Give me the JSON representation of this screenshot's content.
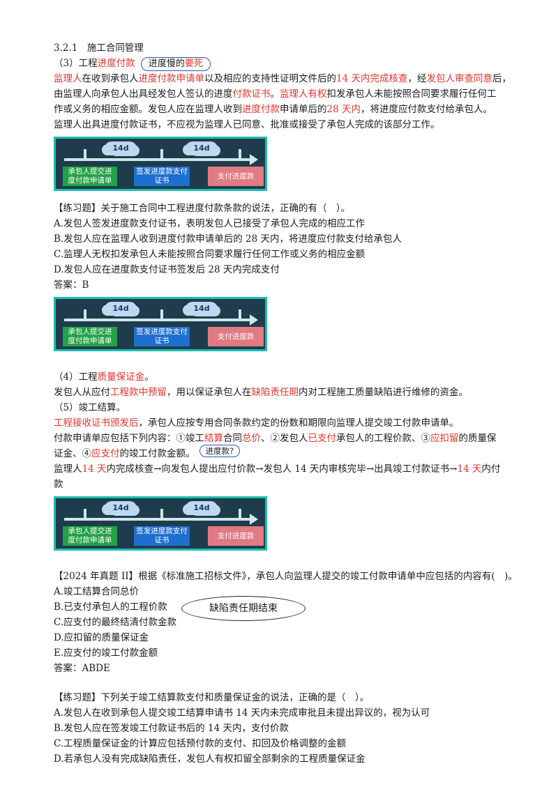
{
  "sec321": "3.2.1　施工合同管理",
  "p3": {
    "head_a": "（3）工程",
    "head_red": "进度付款",
    "cloud_a": "进度慢的",
    "cloud_b": "要死",
    "l1_a": "监理人",
    "l1_b": "在收到承包人",
    "l1_c": "进度付款申请单",
    "l1_d": "以及相应的支持性证明文件后的",
    "l1_e": "14 天内完成核查",
    "l1_f": "，经",
    "l1_g": "发包人审查同意",
    "l1_h": "后，",
    "l2_a": "由监理人向承包人出具经发包人签认的进度",
    "l2_b": "付款证书",
    "l2_c": "。",
    "l2_d": "监理人有权",
    "l2_e": "扣发承包人未能按照合同要求履行任何工",
    "l3_a": "作或义务的相应金额。发包人应在监理人收到",
    "l3_b": "进度付款",
    "l3_c": "申请单后的",
    "l3_d": "28 天内",
    "l3_e": "，将进度应付款支付给承包人。",
    "l4": "监理人出具进度付款证书，不应视为监理人已同意、批准或接受了承包人完成的该部分工作。"
  },
  "timeline": {
    "c1": "14d",
    "c2": "14d",
    "b1_1": "承包人提交进",
    "b1_2": "度付款申请单",
    "b2_1": "签发进度款支付",
    "b2_2": "证书",
    "b3": "支付进度款"
  },
  "q1": {
    "stem": "【练习题】关于施工合同中工程进度付款条款的说法，正确的有（　）。",
    "a": "A.发包人签发进度款支付证书，表明发包人已接受了承包人完成的相应工作",
    "b": "B.发包人应在监理人收到进度付款申请单后的 28 天内，将进度应付款支付给承包人",
    "c": "C.监理人无权扣发承包人未能按照合同要求履行任何工作或义务的相应金额",
    "d": "D.发包人应在进度款支付证书签发后 28 天内完成支付",
    "ans": "答案：B"
  },
  "p4": {
    "head_a": "（4）工程",
    "head_red": "质量保证金",
    "head_b": "。",
    "l_a": "发包人从应付",
    "l_b": "工程款中预留",
    "l_c": "，用以保证承包人在",
    "l_d": "缺陷责任期",
    "l_e": "内对工程施工质量缺陷进行维修的资金。"
  },
  "p5": {
    "head": "（5）竣工结算。",
    "l1_a": "工程接收证书颁发后",
    "l1_b": "，承包人应按专用合同条款约定的份数和期限向监理人提交竣工付款申请单。",
    "l2_a": "付款申请单应包括下列内容：①竣工",
    "l2_b": "结算",
    "l2_c": "合同",
    "l2_d": "总价",
    "l2_e": "、②发包人",
    "l2_f": "已支付",
    "l2_g": "承包人的工程价款、③",
    "l2_h": "应扣留",
    "l2_i": "的质量保",
    "l3_a": "证金、④",
    "l3_b": "应支付",
    "l3_c": "的竣工付款金额。",
    "cloud": "进度款?",
    "l4_a": "监理人",
    "l4_b": "14 天",
    "l4_c": "内完成核查→向发包人提出应付价款→发包人 14 天内审核完毕→出具竣工付款证书→",
    "l4_d": "14 天",
    "l4_e": "内付",
    "l5": "款"
  },
  "q2": {
    "stem": "【2024 年真题 II】根据《标准施工招标文件》，承包人向监理人提交的竣工付款申请单中应包括的内容有(　)。",
    "a": "A.竣工结算合同总价",
    "b": "B.已支付承包人的工程价款",
    "c": "C.应支付的最终结清付款金款",
    "d": "D.应扣留的质量保证金",
    "e": "E.应支付的竣工付款金额",
    "ans": "答案：ABDE",
    "ellipse": "缺陷责任期结束"
  },
  "q3": {
    "stem": "【练习题】下列关于竣工结算款支付和质量保证金的说法，正确的是（　）。",
    "a": "A.发包人在收到承包人提交竣工结算申请书 14 天内未完成审批且未提出异议的，视为认可",
    "b": "B.发包人应在签发竣工付款证书后的 14 天内，支付价款",
    "c": "C.工程质量保证金的计算应包括预付款的支付、扣回及价格调整的金额",
    "d": "D.若承包人没有完成缺陷责任，发包人有权扣留全部剩余的工程质量保证金"
  }
}
